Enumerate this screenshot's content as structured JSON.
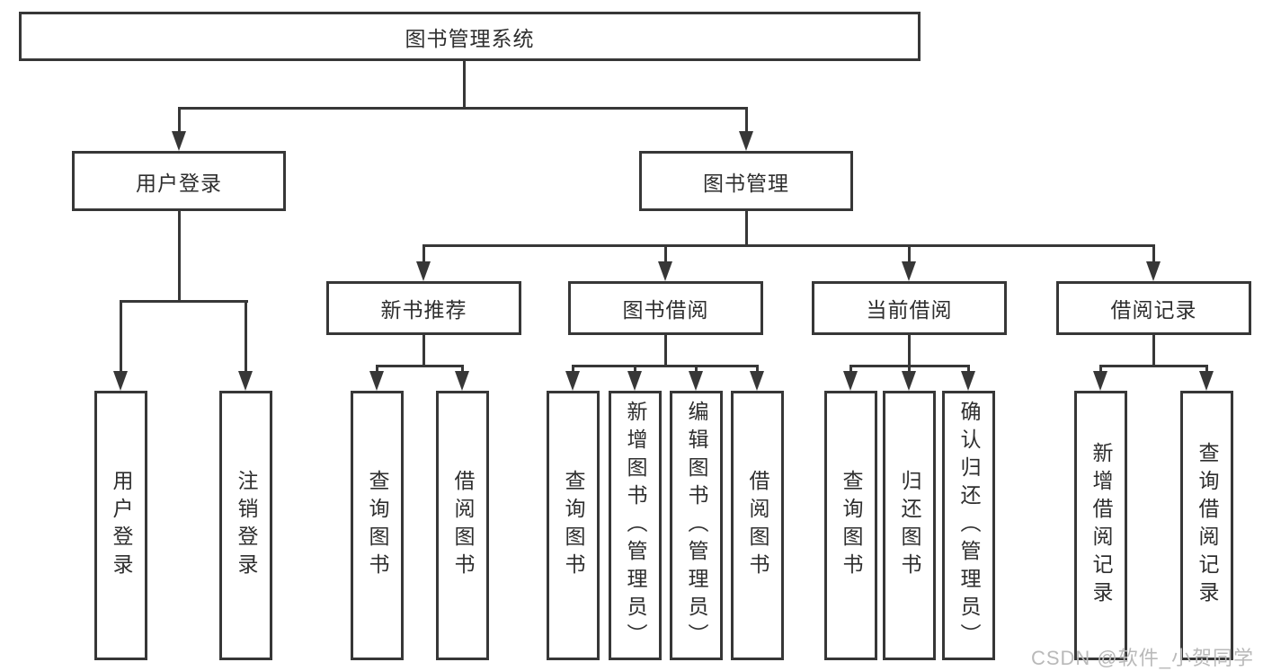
{
  "tree": {
    "root": "图书管理系统",
    "children": [
      {
        "label": "用户登录",
        "children": [
          "用户登录",
          "注销登录"
        ]
      },
      {
        "label": "图书管理",
        "children": [
          {
            "label": "新书推荐",
            "children": [
              "查询图书",
              "借阅图书"
            ]
          },
          {
            "label": "图书借阅",
            "children": [
              "查询图书",
              "新增图书（管理员）",
              "编辑图书（管理员）",
              "借阅图书"
            ]
          },
          {
            "label": "当前借阅",
            "children": [
              "查询图书",
              "归还图书",
              "确认归还（管理员）"
            ]
          },
          {
            "label": "借阅记录",
            "children": [
              "新增借阅记录",
              "查询借阅记录"
            ]
          }
        ]
      }
    ]
  },
  "watermark": "CSDN @软件_小贺同学",
  "colors": {
    "line": "#373737",
    "text": "#2e2e2e",
    "watermark": "#b9b9b9",
    "background": "#ffffff"
  }
}
